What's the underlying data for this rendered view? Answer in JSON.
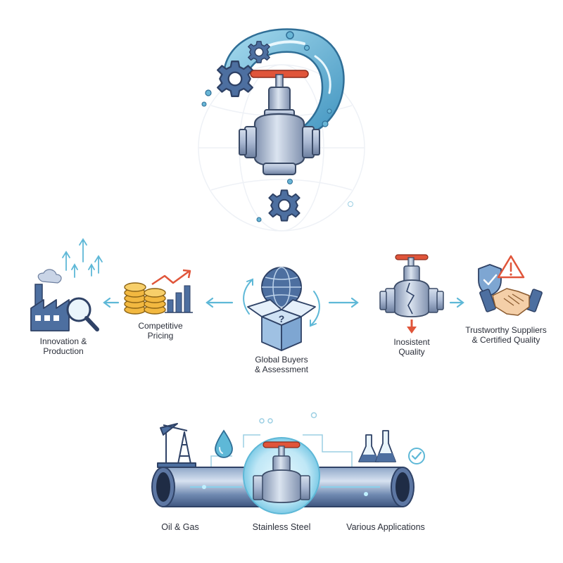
{
  "colors": {
    "outline": "#3a4a66",
    "steel": "#a9b8d2",
    "steel_dark": "#6d7f9f",
    "blue": "#4d6fa0",
    "water": "#69b6d6",
    "water_light": "#b9e1f0",
    "red": "#e0553a",
    "gold": "#f2b840",
    "accent_cyan": "#5eb8d7"
  },
  "icons": {
    "hero": [
      "question-mark-water-icon",
      "gear-icon",
      "valve-icon"
    ],
    "factory": "factory-icon",
    "magnifier": "magnifier-icon",
    "coins": "coins-icon",
    "growth_chart": "bar-chart-growth-icon",
    "globe": "globe-icon",
    "box": "open-box-question-icon",
    "cracked_valve": "cracked-valve-icon",
    "shield": "shield-check-icon",
    "warning": "warning-triangle-icon",
    "handshake": "handshake-icon",
    "oil_rig": "oil-derrick-icon",
    "droplet": "droplet-icon",
    "flasks": "lab-flasks-icon",
    "check": "check-circle-icon",
    "pipeline": "pipeline-icon"
  },
  "flow": {
    "innovation": "Innovation &\nProduction",
    "pricing": "Competitive\nPricing",
    "buyers": "Global Buyers\n& Assessment",
    "quality": "Inosistent\nQuality",
    "suppliers": "Trustworthy Suppliers\n& Certified Quality"
  },
  "applications": {
    "oil_gas": "Oil & Gas",
    "stainless": "Stainless Steel",
    "various": "Various Applications"
  }
}
